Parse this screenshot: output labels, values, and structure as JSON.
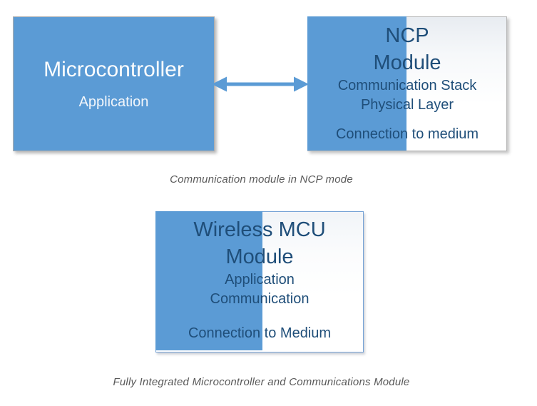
{
  "colors": {
    "box_fill_blue": "#5B9BD5",
    "module_text_dark_blue": "#1F4E79",
    "caption_gray": "#595959",
    "arrow_blue": "#5B9BD5",
    "white_text": "#FFFFFF"
  },
  "ncp_mode": {
    "mcu_box": {
      "title": "Microcontroller",
      "subtitle": "Application"
    },
    "arrow_icon": "bidirectional-arrow",
    "ncp_box": {
      "title_line1": "NCP",
      "title_line2": "Module",
      "stack_line1": "Communication Stack",
      "stack_line2": "Physical Layer",
      "bottom_line": "Connection to medium"
    },
    "caption": "Communication module in NCP mode"
  },
  "integrated_mode": {
    "module_box": {
      "title_line1": "Wireless MCU",
      "title_line2": "Module",
      "stack_line1": "Application",
      "stack_line2": "Communication",
      "bottom_line": "Connection to Medium"
    },
    "caption": "Fully Integrated Microcontroller and Communications Module"
  }
}
